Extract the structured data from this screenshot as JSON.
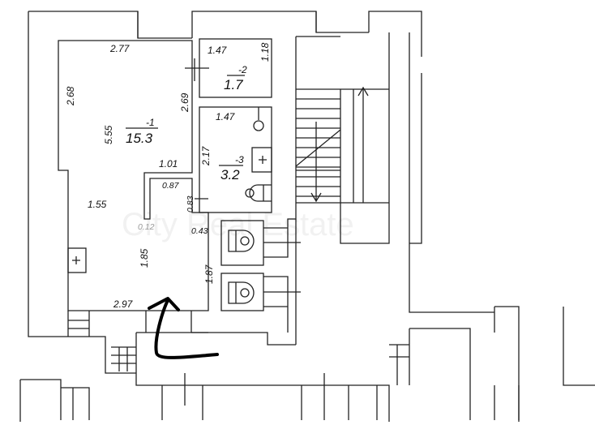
{
  "watermark": "City Real Estate",
  "rooms": [
    {
      "number": "-1",
      "area": "15.3"
    },
    {
      "number": "-2",
      "area": "1.7"
    },
    {
      "number": "-3",
      "area": "3.2"
    }
  ],
  "dimensions": {
    "r1_top": "2.77",
    "r1_left": "2.68",
    "r1_right": "2.69",
    "r1_height": "5.55",
    "r1_notch": "1.01",
    "r1_lower": "1.55",
    "r1_mid": "1.85",
    "r1_bottom": "2.97",
    "r1_right_low": "1.87",
    "wall": "0.12",
    "passage_w": "0.87",
    "passage_h": "0.83",
    "gap": "0.43",
    "r2_width": "1.47",
    "r2_height": "1.18",
    "r3_width": "1.47",
    "r3_height": "2.17"
  }
}
